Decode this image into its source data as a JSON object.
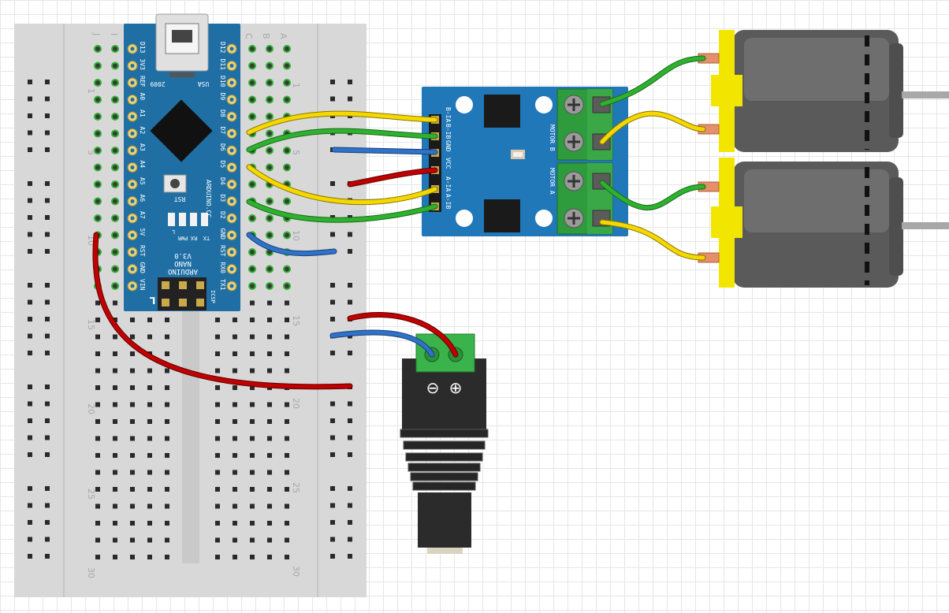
{
  "breadboard": {
    "row_numbers": [
      "1",
      "5",
      "10",
      "15",
      "20",
      "25",
      "30"
    ],
    "column_letters_left": [
      "J",
      "I"
    ],
    "column_letters_right": [
      "C",
      "B",
      "A"
    ]
  },
  "arduino": {
    "name": "ARDUINO",
    "model": "NANO",
    "version": "V3.0",
    "year": "2009",
    "origin": "USA",
    "website": "ARDUINO.CC",
    "rst_label": "RST",
    "icsp_label": "ICSP",
    "pins_left": [
      "D13",
      "3V3",
      "REF",
      "A0",
      "A1",
      "A2",
      "A3",
      "A4",
      "A5",
      "A6",
      "A7",
      "5V",
      "RST",
      "GND",
      "VIN"
    ],
    "pins_right": [
      "D12",
      "D11",
      "D10",
      "D9",
      "D8",
      "D7",
      "D6",
      "D5",
      "D4",
      "D3",
      "D2",
      "GND",
      "RST",
      "RX0",
      "TX1"
    ],
    "leds": [
      "L",
      "PWR",
      "RX",
      "TX"
    ]
  },
  "driver": {
    "header_pins": [
      "B-IA",
      "B-IB",
      "GND",
      "VCC",
      "A-IA",
      "A-IB"
    ],
    "motor_b_label": "MOTOR B",
    "motor_a_label": "MOTOR A"
  },
  "dc_jack": {
    "minus_symbol": "⊖",
    "plus_symbol": "⊕"
  },
  "colors": {
    "red": "#c00000",
    "green": "#2fb12f",
    "yellow": "#f5d800",
    "blue": "#2f72c8",
    "board_blue": "#1f6fa5",
    "driver_blue": "#2178b8",
    "motor_yellow": "#f2e600",
    "terminal_green": "#2e9b3c"
  }
}
